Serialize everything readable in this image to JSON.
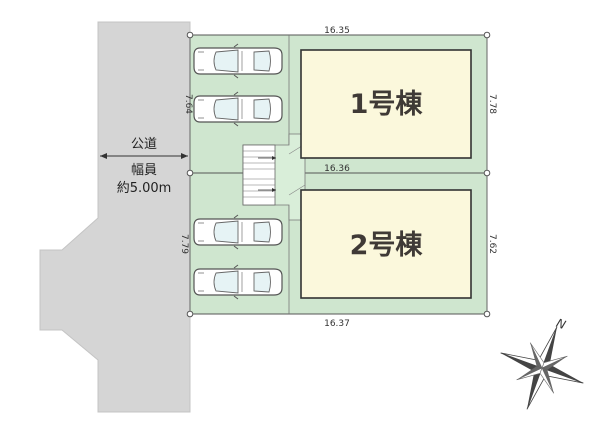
{
  "road": {
    "name": "公道",
    "width_label": "幅員",
    "width_value": "約5.00m"
  },
  "buildings": [
    {
      "label": "1号棟"
    },
    {
      "label": "2号棟"
    }
  ],
  "dimensions": {
    "top": "16.35",
    "middle": "16.36",
    "bottom": "16.37",
    "lot1_left": "7.64",
    "lot1_right": "7.78",
    "lot2_left": "7.79",
    "lot2_right": "7.62"
  },
  "compass": {
    "north_label": "N"
  },
  "colors": {
    "road": "#d5d5d5",
    "lot": "#cfe6cf",
    "building": "#fbf8dc",
    "building_border": "#333333",
    "car_fill": "#ffffff",
    "car_stroke": "#555555"
  }
}
